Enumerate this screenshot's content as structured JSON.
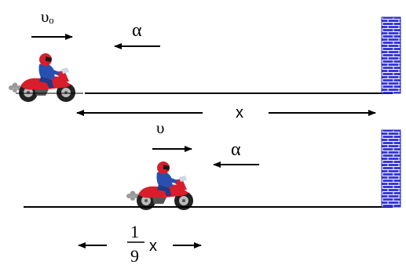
{
  "scene_top": {
    "velocity_label": "υₒ",
    "acceleration_label": "α",
    "distance_label": "x"
  },
  "scene_bottom": {
    "velocity_label": "υ",
    "acceleration_label": "α",
    "fraction_numerator": "1",
    "fraction_denominator": "9",
    "fraction_variable": "x"
  },
  "colors": {
    "wall_blue": "#3a3ad6",
    "wall_mortar": "#ffffff",
    "bike_red": "#d81e2a",
    "rider_blue": "#2a4fb0",
    "line": "#000000"
  }
}
